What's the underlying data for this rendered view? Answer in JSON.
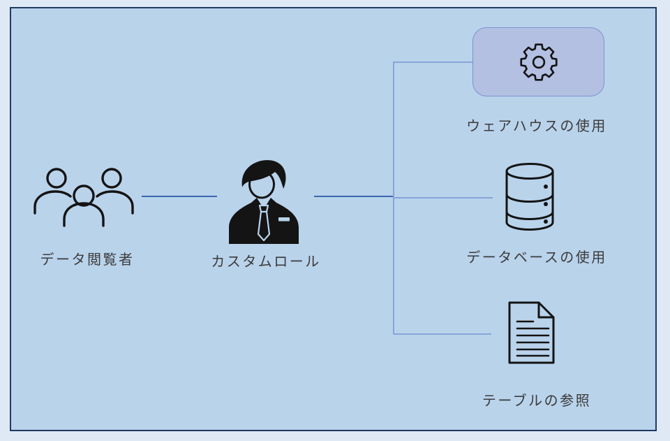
{
  "diagram": {
    "nodes": {
      "data_viewers": {
        "label": "データ閲覧者",
        "icon": "people-group-icon"
      },
      "custom_role": {
        "label": "カスタムロール",
        "icon": "business-person-icon"
      },
      "use_warehouse": {
        "label": "ウェアハウスの使用",
        "icon": "gear-icon"
      },
      "use_database": {
        "label": "データベースの使用",
        "icon": "database-icon"
      },
      "reference_tables": {
        "label": "テーブルの参照",
        "icon": "document-icon"
      }
    },
    "colors": {
      "canvas_margin": "#dfe9f5",
      "frame_background": "#b9d3eb",
      "frame_border": "#1f3a64",
      "warehouse_box_fill": "#b3c0e2",
      "warehouse_box_border": "#7b93cf",
      "connector_dark": "#3a67b2",
      "connector_light": "#87a4d9",
      "icon_stroke": "#141414",
      "label_text": "#3b3b3b"
    }
  }
}
